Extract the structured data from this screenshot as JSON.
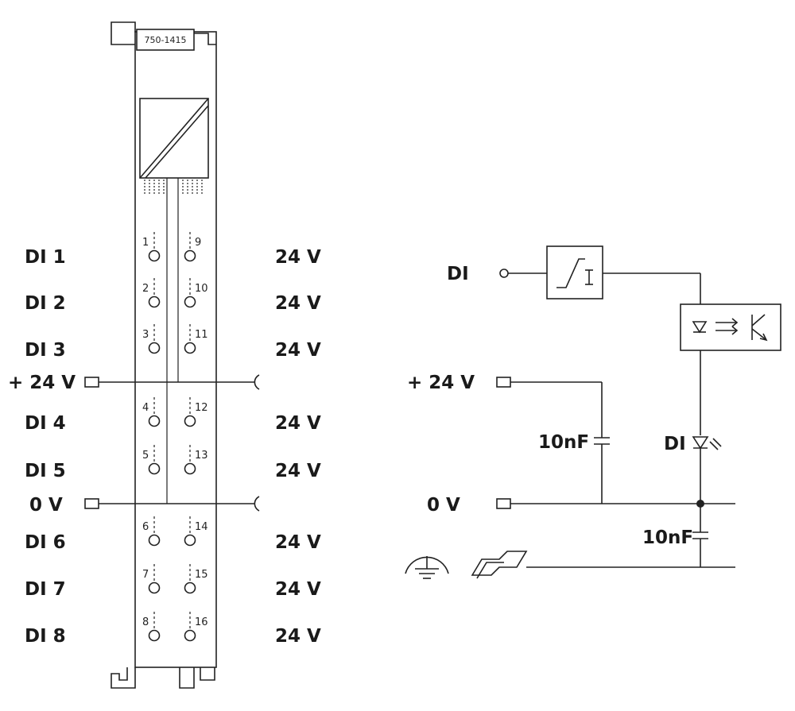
{
  "module": {
    "part_number": "750-1415",
    "left_labels": [
      "DI 1",
      "DI 2",
      "DI 3",
      "+ 24 V",
      "DI 4",
      "DI 5",
      "0 V",
      "DI 6",
      "DI 7",
      "DI 8"
    ],
    "right_labels": [
      "24 V",
      "24 V",
      "24 V",
      "24 V",
      "24 V",
      "24 V",
      "24 V",
      "24 V"
    ],
    "pin_numbers_left": [
      "1",
      "2",
      "3",
      "4",
      "5",
      "6",
      "7",
      "8"
    ],
    "pin_numbers_right": [
      "9",
      "10",
      "11",
      "12",
      "13",
      "14",
      "15",
      "16"
    ]
  },
  "schematic": {
    "input_label": "DI",
    "supply_label": "+ 24 V",
    "ground_label": "0 V",
    "capacitor_1": "10nF",
    "capacitor_2": "10nF",
    "led_label": "DI"
  }
}
